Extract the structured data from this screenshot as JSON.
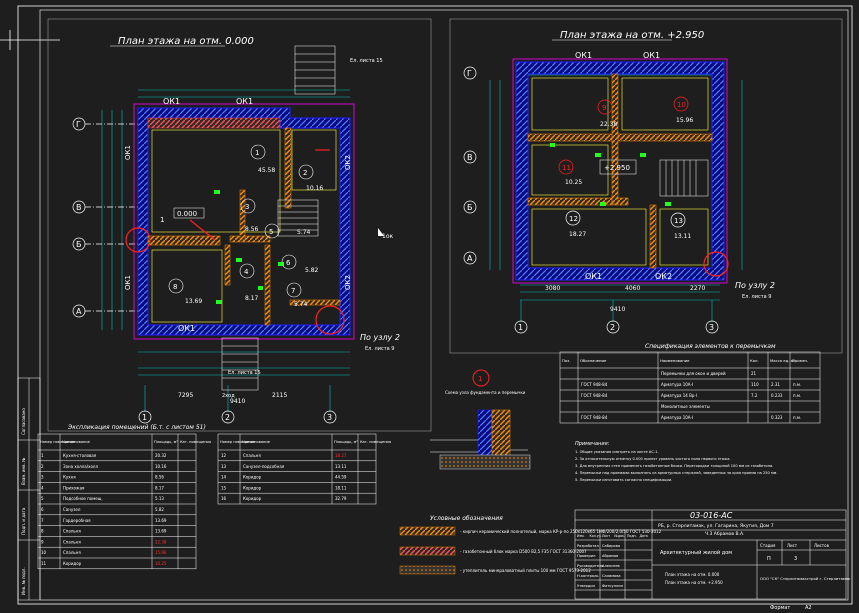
{
  "sheet": {
    "code": "03-016-АС",
    "address": "РБ, р. Стерлитамак, ул. Гагарина, Якутия, Дом 7",
    "address2": "Ч.3 Абрамов В.А.",
    "drawing_title": "Архитектурный жилой дом",
    "plans_caption1": "План этажа на отм. 0.000",
    "plans_caption2": "План этажа на отм. +2.950",
    "stage_head": "Стадия",
    "sheet_head": "Лист",
    "sheets_head": "Листов",
    "stage": "П",
    "sheet_no": "3",
    "org": "ООО \"СК\" Стерлитамакстрой г. Стерлитамак",
    "format_label": "Формат",
    "format": "А2",
    "plan_lines": [
      "План этажа на отм. 0.000",
      "План этажа на отм. +2.950"
    ]
  },
  "plan1": {
    "title": "План этажа на отм. 0.000",
    "level": "0.000",
    "ok_labels": [
      "ОК1",
      "ОК1",
      "ОК1",
      "ОК1",
      "ОК2",
      "ОК2",
      "ОК1"
    ],
    "axes_letters": [
      "Г",
      "В",
      "Б",
      "А"
    ],
    "axes_numbers": [
      "1",
      "2",
      "3"
    ],
    "dim_total": "9410",
    "dim_parts": [
      "7295",
      "2115"
    ],
    "rooms": [
      {
        "n": "1",
        "area": "45.58"
      },
      {
        "n": "2",
        "area": "10.16"
      },
      {
        "n": "3",
        "area": "8.56"
      },
      {
        "n": "4",
        "area": "8.17"
      },
      {
        "n": "5",
        "area": "5.74"
      },
      {
        "n": "6",
        "area": "5.82"
      },
      {
        "n": "7",
        "area": "5.74"
      },
      {
        "n": "8",
        "area": "13.69"
      }
    ],
    "node_label": "По узлу 2",
    "node_sub": "Ел. листа 9",
    "stair_note": "Ел. листа 15",
    "axis_mark": "1",
    "section_mark": "1ок",
    "entrance": "2ход"
  },
  "plan2": {
    "title": "План этажа на отм. +2.950",
    "level": "+2.950",
    "ok_labels": [
      "ОК1",
      "ОК1",
      "ОК1",
      "ОК2"
    ],
    "dim_total": "9410",
    "dim_parts": [
      "3080",
      "4060",
      "2270"
    ],
    "rooms": [
      {
        "n": "9",
        "area": "22.38"
      },
      {
        "n": "10",
        "area": "15.96"
      },
      {
        "n": "11",
        "area": "10.25"
      },
      {
        "n": "12",
        "area": "18.27"
      },
      {
        "n": "13",
        "area": "13.11"
      }
    ],
    "node_label": "По узлу 2",
    "node_sub": "Ел. листа 9"
  },
  "room_table": {
    "title": "Экспликация помещений (Б.т. с листом 51)",
    "headers": [
      "Номер помещения",
      "Наименование",
      "Площадь, м²",
      "Кат. помещения"
    ],
    "rows": [
      [
        "1",
        "Кухня-столовая",
        "20.32",
        ""
      ],
      [
        "2",
        "Зона холла/холл",
        "10.16",
        ""
      ],
      [
        "3",
        "Кухня",
        "8.56",
        ""
      ],
      [
        "4",
        "Прихожая",
        "8.17",
        ""
      ],
      [
        "5",
        "Подсобное помещ.",
        "5.13",
        ""
      ],
      [
        "6",
        "Санузел",
        "5.82",
        ""
      ],
      [
        "7",
        "Гардеробная",
        "13.69",
        ""
      ],
      [
        "8",
        "Спальня",
        "13.69",
        ""
      ],
      [
        "9",
        "Спальня",
        "22.38",
        ""
      ],
      [
        "10",
        "Спальня",
        "15.96",
        ""
      ],
      [
        "11",
        "Коридор",
        "10.25",
        ""
      ]
    ],
    "rows2": [
      [
        "12",
        "Спальня",
        "18.27",
        ""
      ],
      [
        "13",
        "Санузел-подсобная",
        "13.11",
        ""
      ],
      [
        "14",
        "Коридор",
        "44.59",
        ""
      ],
      [
        "15",
        "Коридор",
        "18.11",
        ""
      ],
      [
        "16",
        "Коридор",
        "32.79",
        ""
      ]
    ]
  },
  "spec_table": {
    "title": "Спецификация элементов к перемычкам",
    "headers": [
      "Поз.",
      "Обозначение",
      "Наименование",
      "Кол.",
      "Масса ед. кг",
      "Примеч."
    ],
    "rows": [
      [
        "",
        "",
        "Перемычки для окон и дверей",
        "21",
        "",
        ""
      ],
      [
        "",
        "ГОСТ 948-84",
        "Арматура 10А-I",
        "110",
        "2.31",
        "п.м."
      ],
      [
        "",
        "ГОСТ 948-84",
        "Арматура 14 Вр-I",
        "7.2",
        "0.233",
        "п.м."
      ],
      [
        "",
        "",
        "Монолитные элементы",
        "",
        "",
        ""
      ],
      [
        "",
        "ГОСТ 948-84",
        "Арматура 10А-I",
        "",
        "0.323",
        "п.м."
      ]
    ]
  },
  "legend": {
    "title": "Условные обозначения",
    "items": [
      "- кирпич керамический полнотелый, марка КР-р-по 250х120х65 1НФ/200/2,0/50 ГОСТ 530-2012",
      "- газобетонный блок марка D500 В2,5 F35 ГОСТ 31360-2007",
      "- утеплитель минераловатный плиты 100 мм ГОСТ 9573-2012"
    ]
  },
  "node_detail": {
    "mark": "1",
    "caption": "Схема узла фундамента и перемычки"
  },
  "notes": {
    "title": "Примечания:",
    "lines": [
      "1. Общие указания смотреть на листе АС-1.",
      "2. За относительную отметку 0.000 принят уровень чистого пола первого этажа.",
      "3. Для внутренних стен применять газобетонные блоки. Перегородки толщиной 100 мм из газобетона.",
      "4. Перемычки над проемами выполнять из арматурных стержней, заведенных за края проема на 250 мм.",
      "5. Перемычки изготовить согласно спецификации."
    ]
  },
  "title_block": {
    "rows": [
      "Изм.",
      "Кол.уч.",
      "Лист",
      "№док.",
      "Подп.",
      "Дата"
    ],
    "people": [
      [
        "Разработал",
        "Сабирова"
      ],
      [
        "Проверил",
        "Абрамов"
      ],
      [
        "Руководитель",
        "Алексеев"
      ],
      [
        "Н.контроль",
        "Салимова"
      ],
      [
        "Утвердил",
        "Фаткуллин"
      ]
    ]
  },
  "side_stamp": [
    "Согласовано",
    "Взам. инв. №",
    "Подп. и дата",
    "Инв. № подл."
  ],
  "colors": {
    "bg": "#1e1e1e",
    "sheet": "#ffffff",
    "wall": "#1f1fff",
    "dim": "#00c0c0",
    "orange": "#ff8c00",
    "red": "#ff2020",
    "magenta": "#ff00ff",
    "yellow": "#ffff40",
    "green": "#20ff20"
  }
}
